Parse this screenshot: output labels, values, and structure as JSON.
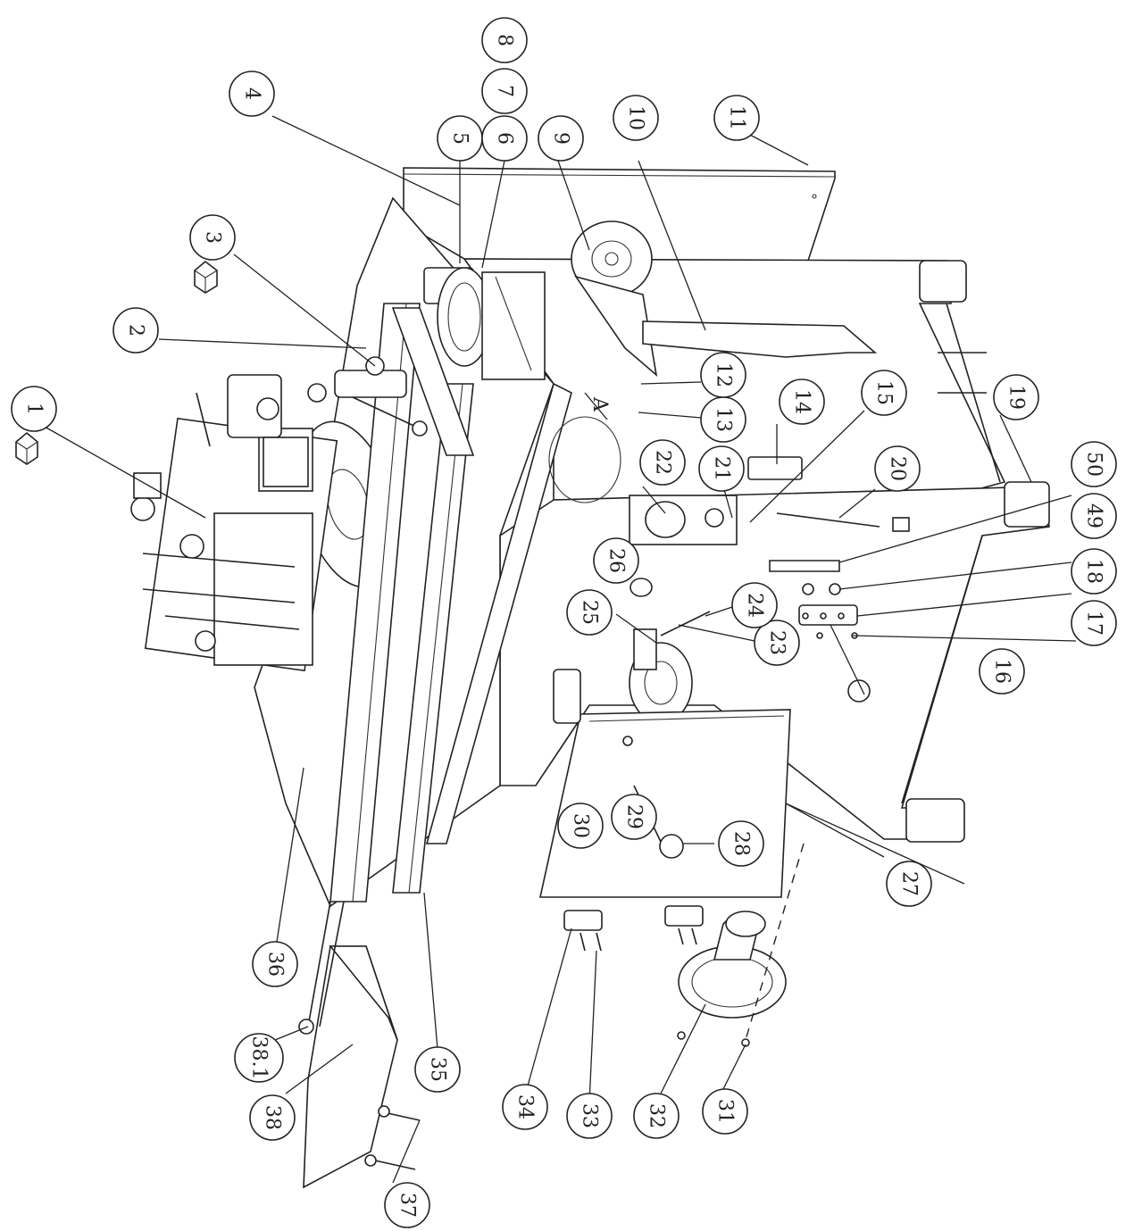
{
  "diagram": {
    "callouts": [
      {
        "id": "c1",
        "label": "1"
      },
      {
        "id": "c2",
        "label": "2"
      },
      {
        "id": "c3",
        "label": "3"
      },
      {
        "id": "c4",
        "label": "4"
      },
      {
        "id": "c5",
        "label": "5"
      },
      {
        "id": "c6",
        "label": "6"
      },
      {
        "id": "c7",
        "label": "7"
      },
      {
        "id": "c8",
        "label": "8"
      },
      {
        "id": "c9",
        "label": "9"
      },
      {
        "id": "c10",
        "label": "10"
      },
      {
        "id": "c11",
        "label": "11"
      },
      {
        "id": "c12",
        "label": "12"
      },
      {
        "id": "c13",
        "label": "13"
      },
      {
        "id": "c14",
        "label": "14"
      },
      {
        "id": "c15",
        "label": "15"
      },
      {
        "id": "c16",
        "label": "16"
      },
      {
        "id": "c17",
        "label": "17"
      },
      {
        "id": "c18",
        "label": "18"
      },
      {
        "id": "c19",
        "label": "19"
      },
      {
        "id": "c20",
        "label": "20"
      },
      {
        "id": "c21",
        "label": "21"
      },
      {
        "id": "c22",
        "label": "22"
      },
      {
        "id": "c23",
        "label": "23"
      },
      {
        "id": "c24",
        "label": "24"
      },
      {
        "id": "c25",
        "label": "25"
      },
      {
        "id": "c26",
        "label": "26"
      },
      {
        "id": "c27",
        "label": "27"
      },
      {
        "id": "c28",
        "label": "28"
      },
      {
        "id": "c29",
        "label": "29"
      },
      {
        "id": "c30",
        "label": "30"
      },
      {
        "id": "c31",
        "label": "31"
      },
      {
        "id": "c32",
        "label": "32"
      },
      {
        "id": "c33",
        "label": "33"
      },
      {
        "id": "c34",
        "label": "34"
      },
      {
        "id": "c35",
        "label": "35"
      },
      {
        "id": "c36",
        "label": "36"
      },
      {
        "id": "c37",
        "label": "37"
      },
      {
        "id": "c38",
        "label": "38"
      },
      {
        "id": "c381",
        "label": "38.1"
      },
      {
        "id": "c49",
        "label": "49"
      },
      {
        "id": "c50",
        "label": "50"
      }
    ],
    "detail_label": "A"
  }
}
